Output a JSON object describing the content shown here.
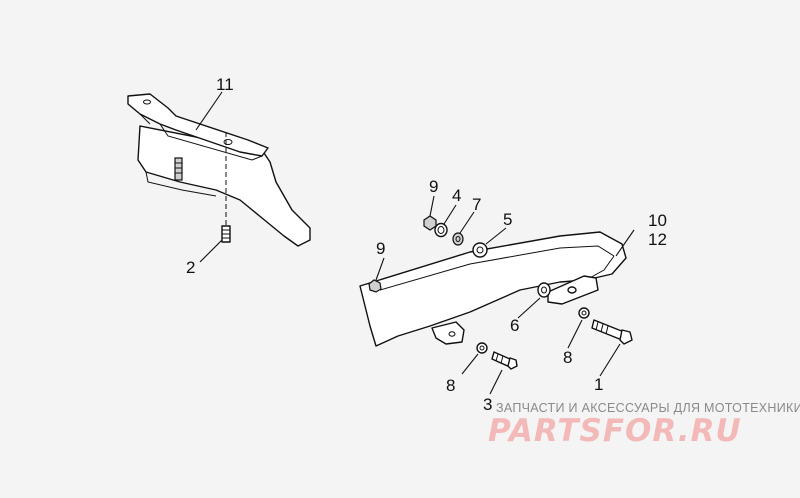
{
  "callouts": {
    "c1": "1",
    "c2": "2",
    "c3": "3",
    "c4": "4",
    "c5": "5",
    "c6": "6",
    "c7": "7",
    "c8a": "8",
    "c8b": "8",
    "c9a": "9",
    "c9b": "9",
    "c10": "10",
    "c11": "11",
    "c12": "12"
  },
  "watermark": {
    "caption": "ЗАПЧАСТИ И АКСЕССУАРЫ ДЛЯ МОТОТЕХНИКИ",
    "logo": "PARTSFOR.RU",
    "logo_color": "#f3b9b9"
  }
}
